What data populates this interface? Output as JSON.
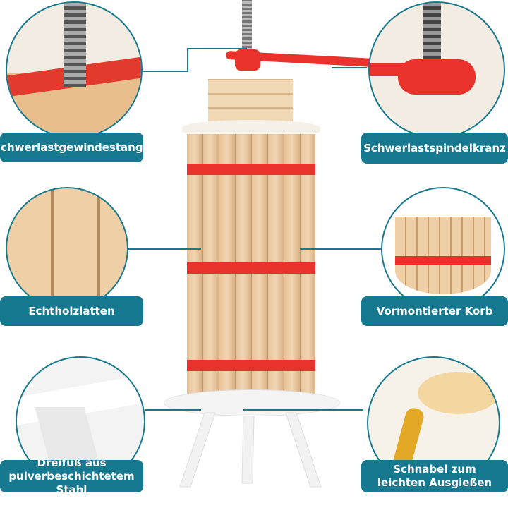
{
  "labels": {
    "top_left": "Schwerlastgewindestange",
    "top_right": "Schwerlastspindelkranz",
    "mid_left": "Echtholzlatten",
    "mid_right": "Vormontierter Korb",
    "bottom_left_1": "Dreifuß aus",
    "bottom_left_2": "pulverbeschichtetem Stahl",
    "bottom_right_1": "Schnabel zum",
    "bottom_right_2": "leichten Ausgießen"
  },
  "colors": {
    "accent": "#17798f",
    "metal_red": "#e8322b",
    "wood": "#e6c39a"
  }
}
